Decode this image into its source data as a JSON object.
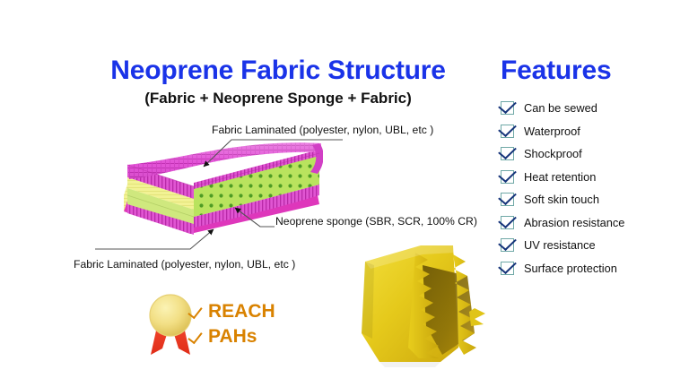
{
  "page": {
    "background_color": "#ffffff",
    "accent_blue": "#1a33e8",
    "cert_orange": "#d98200",
    "checkbox_border": "#6fa8a6",
    "check_color": "#16347a"
  },
  "header": {
    "title": "Neoprene Fabric Structure",
    "subtitle": "(Fabric + Neoprene Sponge + Fabric)"
  },
  "features": {
    "title": "Features",
    "items": [
      {
        "label": "Can be sewed",
        "icon": "checkbox-checked-icon"
      },
      {
        "label": "Waterproof",
        "icon": "checkbox-checked-icon"
      },
      {
        "label": "Shockproof",
        "icon": "checkbox-checked-icon"
      },
      {
        "label": "Heat retention",
        "icon": "checkbox-checked-icon"
      },
      {
        "label": "Soft skin touch",
        "icon": "checkbox-checked-icon"
      },
      {
        "label": "Abrasion resistance",
        "icon": "checkbox-checked-icon"
      },
      {
        "label": "UV resistance",
        "icon": "checkbox-checked-icon"
      },
      {
        "label": "Surface protection",
        "icon": "checkbox-checked-icon"
      }
    ]
  },
  "diagram": {
    "name": "neoprene-laminate-cross-section",
    "annotations": {
      "top_fabric": "Fabric Laminated (polyester, nylon, UBL, etc )",
      "sponge": "Neoprene sponge (SBR, SCR, 100% CR)",
      "bottom_fabric": "Fabric Laminated (polyester, nylon, UBL, etc )"
    },
    "layers": [
      {
        "name": "top-fabric-layer",
        "color": "#e24fd6"
      },
      {
        "name": "sponge-core-layer",
        "color": "#b4e05a"
      },
      {
        "name": "bottom-fabric-layer",
        "color": "#e24fd6"
      },
      {
        "name": "side-edge-layer",
        "color": "#f0f08c"
      }
    ]
  },
  "photo": {
    "name": "yellow-neoprene-fabric-sample",
    "color": "#e8c81e"
  },
  "certifications": {
    "badge_icon": "award-medal-icon",
    "items": [
      {
        "label": "REACH",
        "icon": "check-icon"
      },
      {
        "label": "PAHs",
        "icon": "check-icon"
      }
    ]
  }
}
